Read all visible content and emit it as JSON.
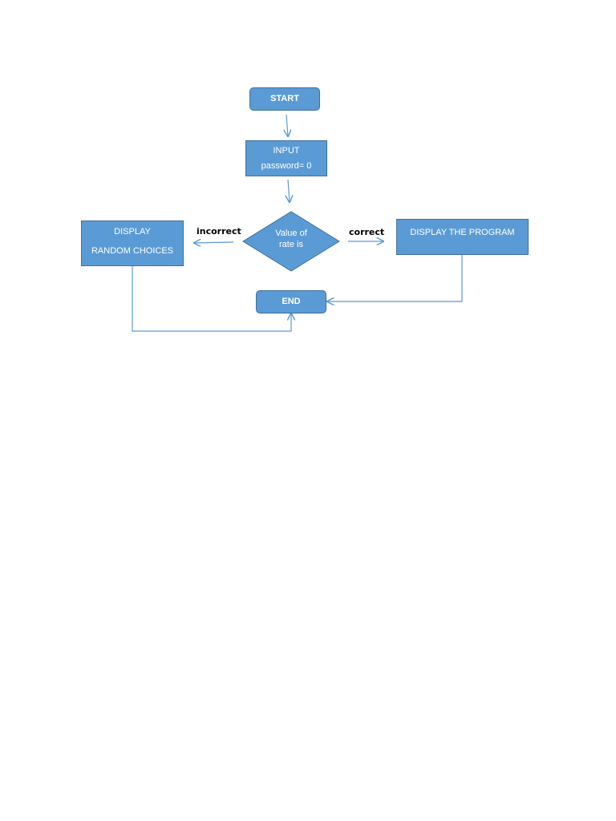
{
  "nodes": {
    "start": {
      "label": "START"
    },
    "input": {
      "line1": "INPUT",
      "line2": "password= 0"
    },
    "decision": {
      "line1": "Value of",
      "line2": "rate is"
    },
    "random": {
      "line1": "DISPLAY",
      "line2": "RANDOM CHOICES"
    },
    "program": {
      "label": "DISPLAY THE PROGRAM"
    },
    "end": {
      "label": "END"
    }
  },
  "edges": {
    "incorrect_label": "incorrect",
    "correct_label": "correct"
  },
  "colors": {
    "node_fill": "#5b9bd5",
    "node_border": "#41719c",
    "connector": "#5b9bd5",
    "node_text": "#ffffff"
  }
}
